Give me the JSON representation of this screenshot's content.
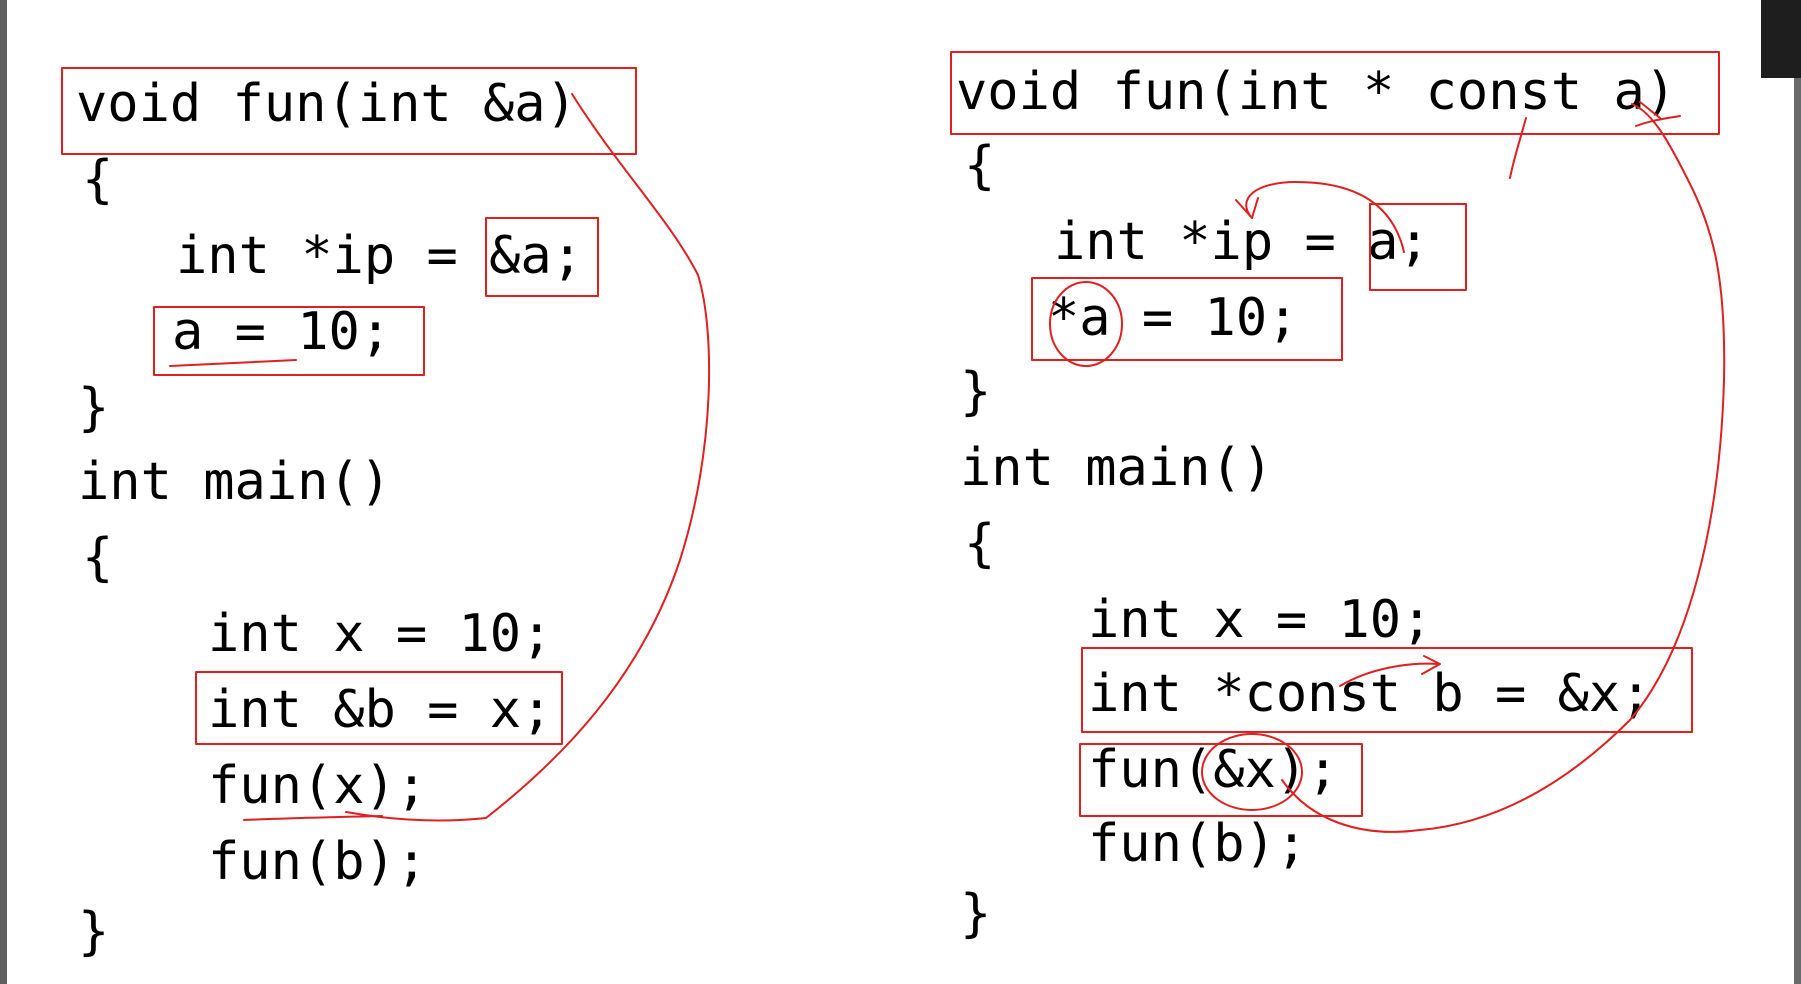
{
  "left_code": {
    "lines": [
      "void fun(int &a)",
      "{",
      "int *ip = &a;",
      "a = 10;",
      "}",
      "int main()",
      "{",
      "int x = 10;",
      "int &b = x;",
      "fun(x);",
      "fun(b);",
      "}"
    ]
  },
  "right_code": {
    "lines": [
      "void fun(int * const a)",
      "{",
      "int *ip = a;",
      "*a = 10;",
      "}",
      "int main()",
      "{",
      "int x = 10;",
      "int *const b = &x;",
      "fun(&x);",
      "fun(b);",
      "}"
    ]
  },
  "colors": {
    "annotation": "#e02020",
    "text": "#000000",
    "background": "#ffffff"
  }
}
